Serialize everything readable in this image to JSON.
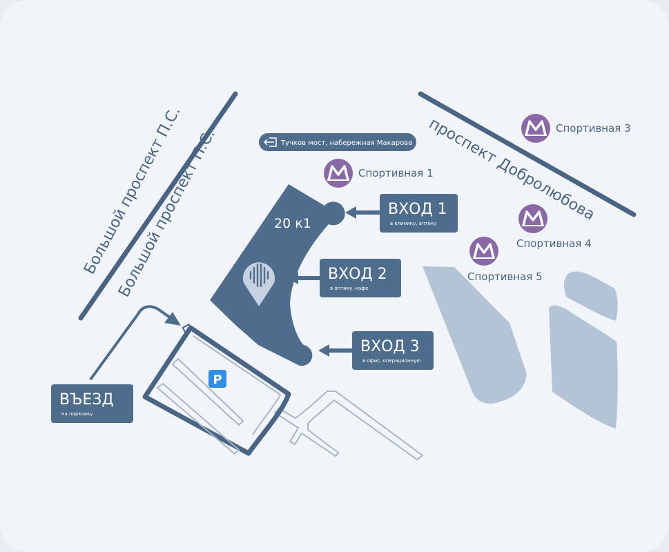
{
  "roads": {
    "bolshoy_1": "Большой проспект П.С.",
    "bolshoy_2": "Большой проспект П.С.",
    "dobrolyubova": "проспект Добролюбова"
  },
  "direction_sign": {
    "text": "Тучков мост, набережная Макарова",
    "icon": "exit-arrow-icon"
  },
  "metro": [
    {
      "label": "Спортивная 1",
      "icon": "metro-icon"
    },
    {
      "label": "Спортивная 3",
      "icon": "metro-icon"
    },
    {
      "label": "Спортивная 4",
      "icon": "metro-icon"
    },
    {
      "label": "Спортивная 5",
      "icon": "metro-icon"
    }
  ],
  "building": {
    "label": "20 к1",
    "icon": "location-pin-icon"
  },
  "entrances": [
    {
      "title": "ВХОД 1",
      "subtitle": "в клинику, аптеку"
    },
    {
      "title": "ВХОД 2",
      "subtitle": "в оптику, кафе"
    },
    {
      "title": "ВХОД 3",
      "subtitle": "в офис, операционную"
    }
  ],
  "vehicle_entry": {
    "title": "ВЪЕЗД",
    "subtitle": "на парковку"
  },
  "parking": {
    "label": "P"
  },
  "colors": {
    "background": "#e9edf2",
    "card": "#f1f4f8",
    "building": "#4e6d8d",
    "road": "#4a6584",
    "metro": "#8a6aa6",
    "neighbor_building": "#b3c4d7",
    "parking_badge": "#2f8ee8"
  }
}
